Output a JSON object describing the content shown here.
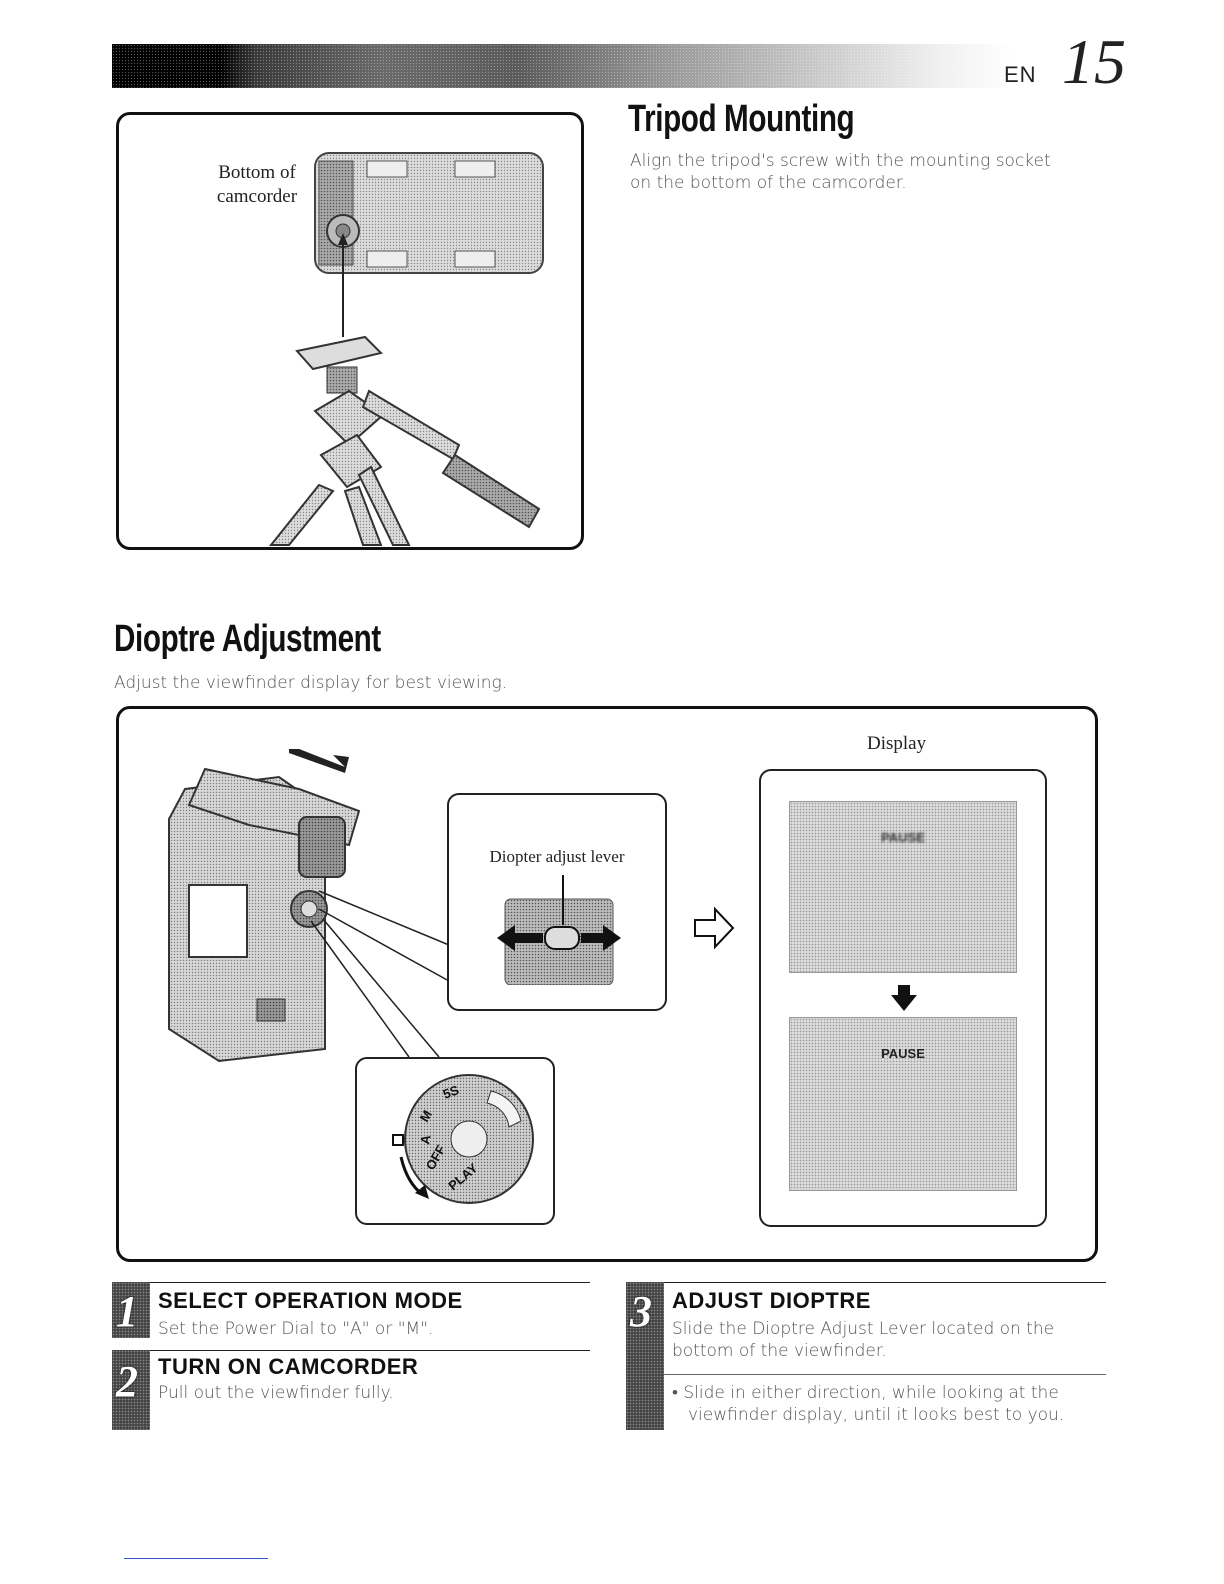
{
  "header": {
    "lang": "EN",
    "page_number": "15"
  },
  "tripod": {
    "title": "Tripod Mounting",
    "body": [
      "Align the tripod's screw with the mounting socket",
      "on the bottom of the camcorder."
    ],
    "figure_label": [
      "Bottom of",
      "camcorder"
    ]
  },
  "dioptre": {
    "title": "Dioptre Adjustment",
    "body": "Adjust the viewfinder display for best viewing.",
    "display_label": "Display",
    "lever_label": "Diopter adjust lever",
    "screen_text_top": "PAUSE",
    "screen_text_bottom": "PAUSE"
  },
  "steps": [
    {
      "num": "1",
      "title": "SELECT OPERATION MODE",
      "text": "Set the Power Dial to \"A\" or \"M\"."
    },
    {
      "num": "2",
      "title": "TURN ON CAMCORDER",
      "text": "Pull out the viewfinder fully."
    },
    {
      "num": "3",
      "title": "ADJUST DIOPTRE",
      "text": [
        "Slide the Dioptre Adjust Lever located on the",
        "bottom of the viewfinder."
      ],
      "note": [
        "Slide in either direction, while looking at the",
        "viewfinder display, until it looks best to you."
      ]
    }
  ],
  "dial": {
    "labels": [
      "M",
      "A",
      "OFF",
      "PLAY",
      "5S"
    ]
  },
  "colors": {
    "ink": "#111111",
    "body_text": "#555555",
    "accent_bar": "#000000"
  }
}
